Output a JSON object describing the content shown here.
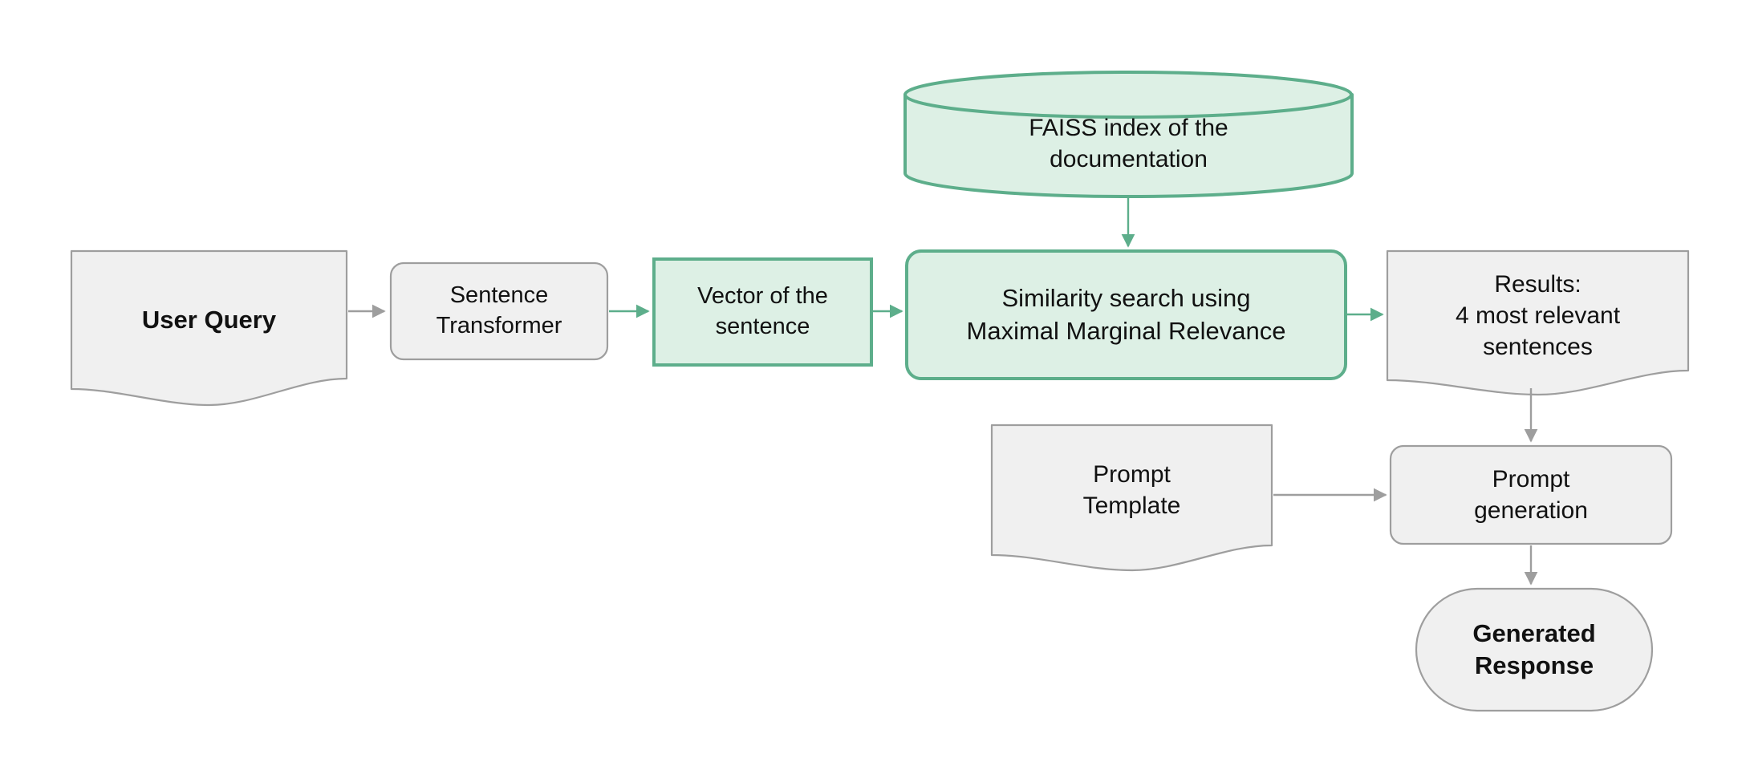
{
  "diagram": {
    "title": "RAG question-answering pipeline",
    "type": "flowchart",
    "background_color": "#ffffff",
    "palette": {
      "grey_fill": "#f0f0f0",
      "grey_stroke": "#9e9e9e",
      "green_fill": "#ddf0e5",
      "green_stroke": "#5dae8b",
      "text_color": "#111111"
    },
    "nodes": [
      {
        "id": "user-query",
        "label": "User Query",
        "shape": "document",
        "style": "grey",
        "bold": true
      },
      {
        "id": "sentence-transformer",
        "label": "Sentence\nTransformer",
        "shape": "rounded-rect",
        "style": "grey",
        "bold": false
      },
      {
        "id": "vector-of-the-sentence",
        "label": "Vector of the\nsentence",
        "shape": "rect",
        "style": "green",
        "bold": false
      },
      {
        "id": "faiss-index",
        "label": "FAISS index of the\ndocumentation",
        "shape": "cylinder",
        "style": "green",
        "bold": false
      },
      {
        "id": "similarity-search",
        "label": "Similarity search using\nMaximal Marginal Relevance",
        "shape": "rounded-rect",
        "style": "green",
        "bold": false
      },
      {
        "id": "results",
        "label": "Results:\n4 most relevant\nsentences",
        "shape": "document",
        "style": "grey",
        "bold": false
      },
      {
        "id": "prompt-template",
        "label": "Prompt\nTemplate",
        "shape": "document",
        "style": "grey",
        "bold": false
      },
      {
        "id": "prompt-generation",
        "label": "Prompt\ngeneration",
        "shape": "rounded-rect",
        "style": "grey",
        "bold": false
      },
      {
        "id": "generated-response",
        "label": "Generated\nResponse",
        "shape": "stadium",
        "style": "grey",
        "bold": true
      }
    ],
    "edges": [
      {
        "id": "e1",
        "from": "user-query",
        "to": "sentence-transformer",
        "color": "#9e9e9e",
        "label": ""
      },
      {
        "id": "e2",
        "from": "sentence-transformer",
        "to": "vector-of-the-sentence",
        "color": "#5dae8b",
        "label": ""
      },
      {
        "id": "e3",
        "from": "vector-of-the-sentence",
        "to": "similarity-search",
        "color": "#5dae8b",
        "label": ""
      },
      {
        "id": "e4",
        "from": "faiss-index",
        "to": "similarity-search",
        "color": "#5dae8b",
        "label": ""
      },
      {
        "id": "e5",
        "from": "similarity-search",
        "to": "results",
        "color": "#5dae8b",
        "label": ""
      },
      {
        "id": "e6",
        "from": "results",
        "to": "prompt-generation",
        "color": "#9e9e9e",
        "label": ""
      },
      {
        "id": "e7",
        "from": "prompt-template",
        "to": "prompt-generation",
        "color": "#9e9e9e",
        "label": ""
      },
      {
        "id": "e8",
        "from": "prompt-generation",
        "to": "generated-response",
        "color": "#9e9e9e",
        "label": ""
      }
    ]
  }
}
